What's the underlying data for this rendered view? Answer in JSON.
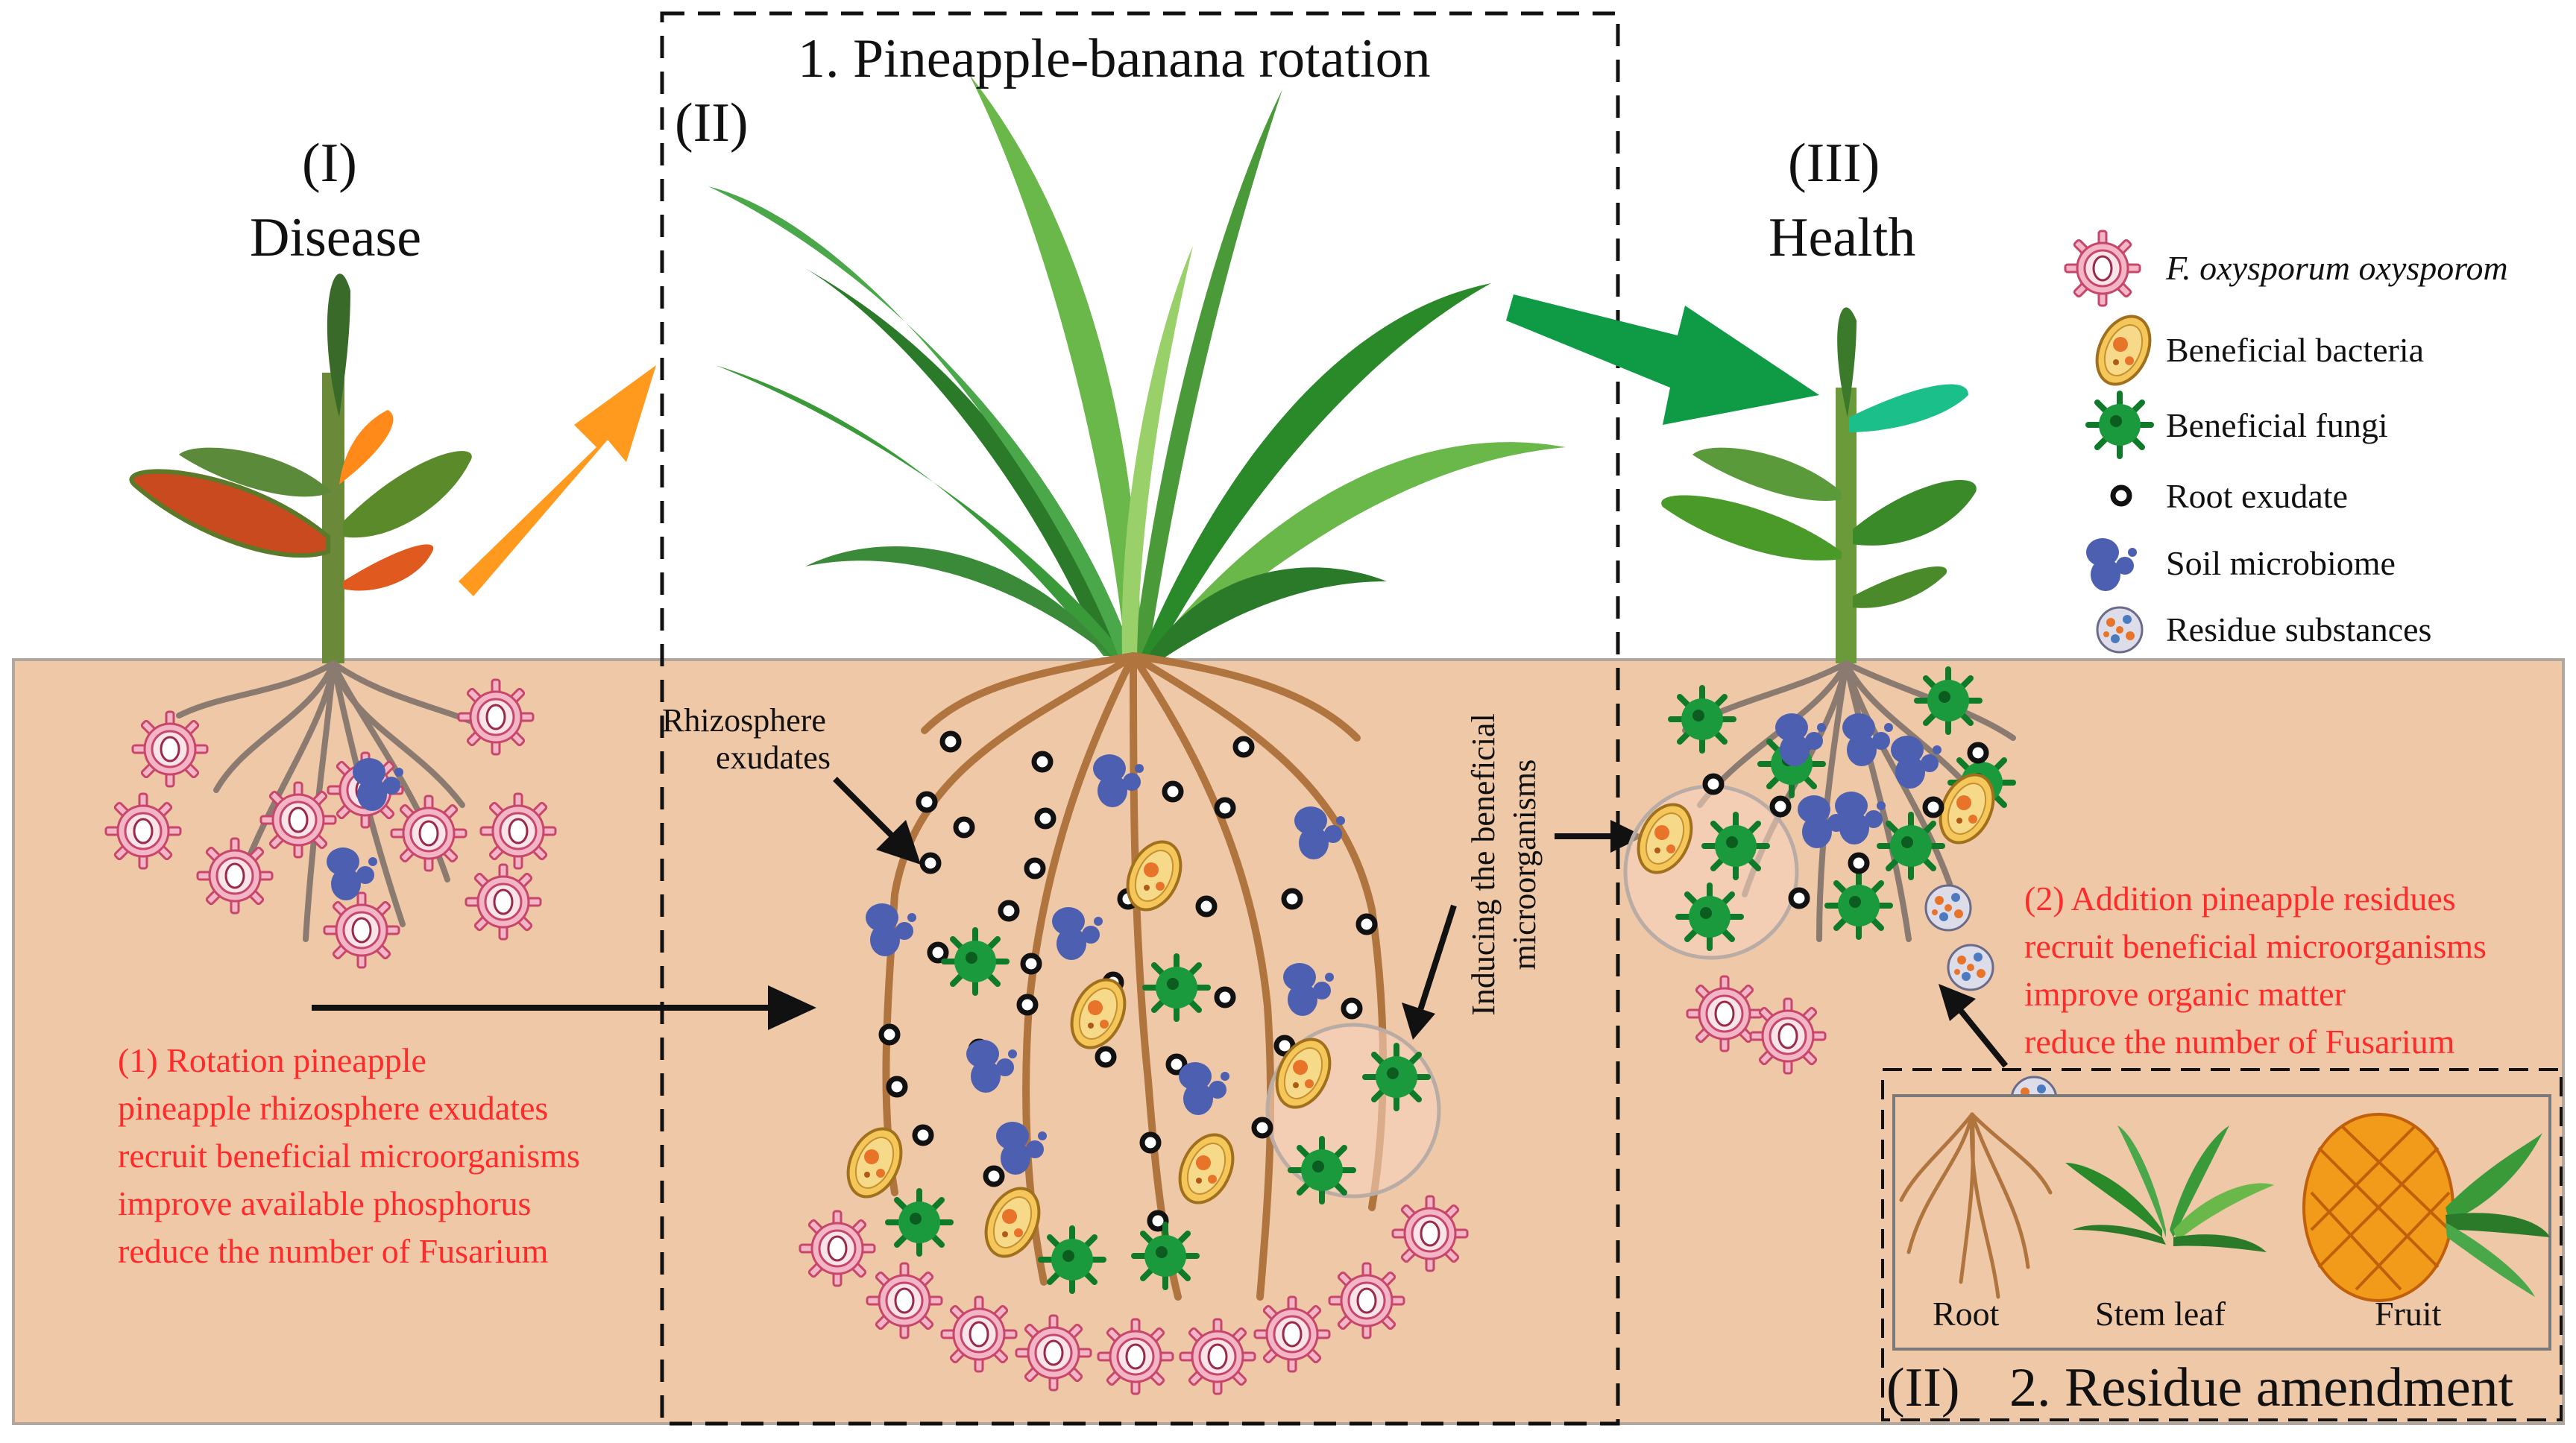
{
  "figure": {
    "top_title": "1. Pineapple-banana rotation",
    "disease": {
      "roman": "(I)",
      "label": "Disease"
    },
    "rotation_roman": "(II)",
    "health": {
      "roman": "(III)",
      "label": "Health"
    },
    "rhizosphere_label": [
      "Rhizosphere",
      "exudates"
    ],
    "inducing_label": [
      "Inducing the  beneficial",
      "microorganisms"
    ],
    "rotation_notes": [
      "(1)  Rotation pineapple",
      "pineapple rhizosphere exudates",
      "recruit beneficial microorganisms",
      "improve available phosphorus",
      "reduce the number of Fusarium"
    ],
    "residue_notes": [
      "(2)  Addition pineapple residues",
      "recruit beneficial microorganisms",
      "improve organic matter",
      "reduce the number of Fusarium"
    ],
    "residue_box": {
      "roman": "(II)",
      "title": "2. Residue amendment",
      "items": [
        "Root",
        "Stem leaf",
        "Fruit"
      ]
    }
  },
  "legend": [
    {
      "label": "F. oxysporum oxysporom",
      "icon": "fusarium-icon",
      "italic": true
    },
    {
      "label": "Beneficial bacteria",
      "icon": "bacteria-icon",
      "italic": false
    },
    {
      "label": "Beneficial fungi",
      "icon": "fungi-icon",
      "italic": false
    },
    {
      "label": "Root exudate",
      "icon": "exudate-icon",
      "italic": false
    },
    {
      "label": "Soil microbiome",
      "icon": "microbiome-icon",
      "italic": false
    },
    {
      "label": "Residue substances",
      "icon": "residue-icon",
      "italic": false
    }
  ],
  "colors": {
    "soil": "#efc8a8",
    "fusarium": "#f4b6c6",
    "bacteria": "#f5c65a",
    "fungi": "#1a9a3c",
    "microbiome": "#4c5fb0",
    "red_text": "#ff2a2a",
    "orange_arrow": "#ff9a1f",
    "green_arrow": "#0f9a45"
  }
}
